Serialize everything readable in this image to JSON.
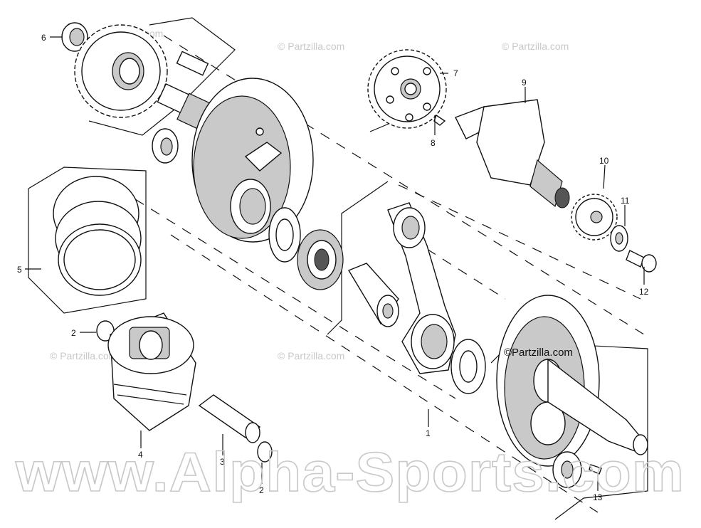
{
  "diagram": {
    "callouts": {
      "c1": "1",
      "c2a": "2",
      "c2b": "2",
      "c3": "3",
      "c4": "4",
      "c5": "5",
      "c6": "6",
      "c7": "7",
      "c8": "8",
      "c9": "9",
      "c10": "10",
      "c11": "11",
      "c12": "12",
      "c13": "13"
    },
    "watermarks": {
      "partzilla_1": "© Partzilla.com",
      "partzilla_2": "© Partzilla.com",
      "partzilla_3": "© Partzilla.com",
      "partzilla_4": "© Partzilla.com",
      "partzilla_5": "© Partzilla.com",
      "partzilla_dark": "©Partzilla.com",
      "alpha_sports": "www.Alpha-Sports.com"
    },
    "colors": {
      "line": "#111111",
      "watermark": "#c8c8c8",
      "part_fill": "#ffffff",
      "shade": "#c9c9c9"
    }
  }
}
